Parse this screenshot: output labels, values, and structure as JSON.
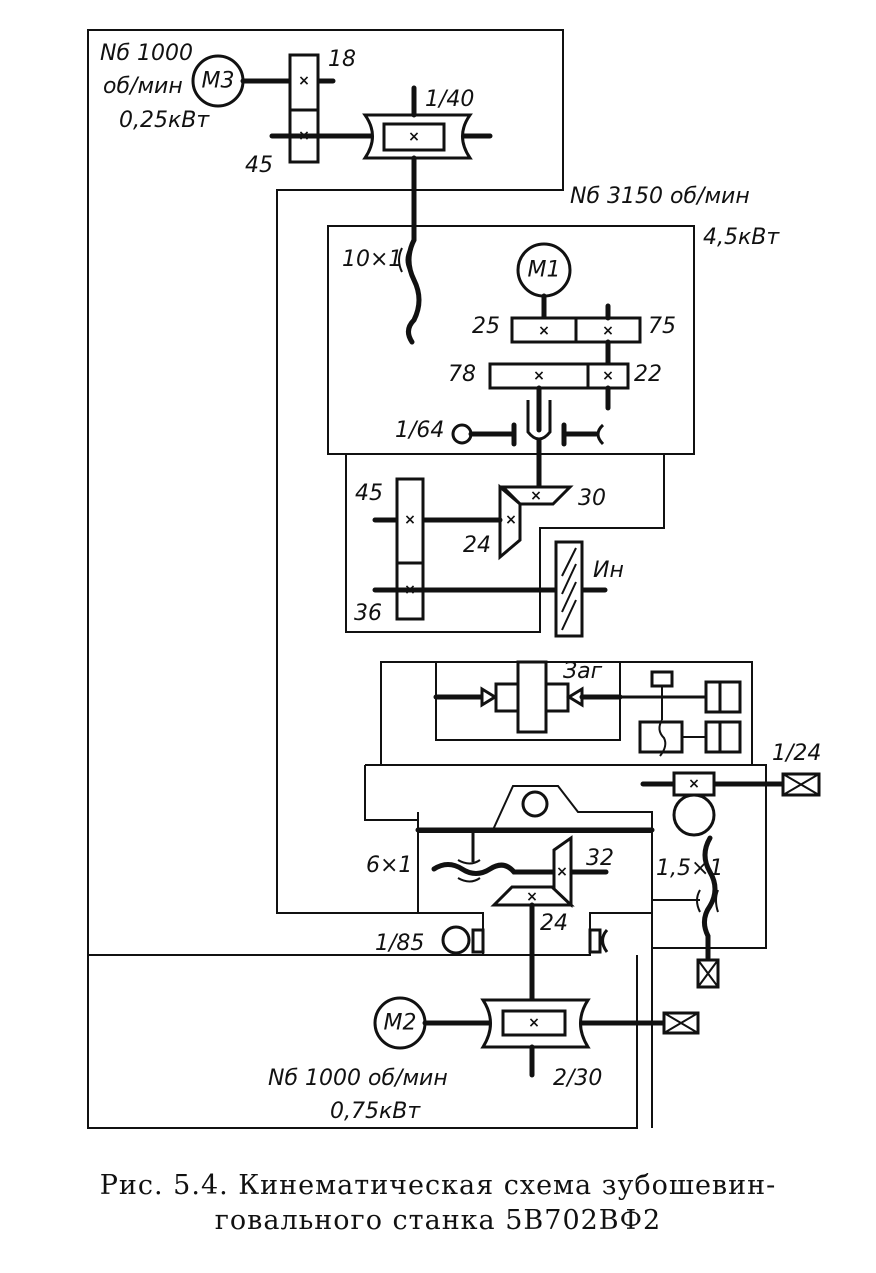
{
  "figure": {
    "caption_line1": "Рис. 5.4. Кинематическая схема зубошевин-",
    "caption_line2": "говального станка 5В702ВФ2"
  },
  "motors": {
    "m3": {
      "label": "М3",
      "speed_line1": "Nб 1000",
      "speed_line2": "об/мин",
      "power": "0,25кВт"
    },
    "m1": {
      "label": "М1",
      "speed": "Nб 3150 об/мин",
      "power": "4,5кВт"
    },
    "m2": {
      "label": "М2",
      "speed": "Nб 1000 об/мин",
      "power": "0,75кВт"
    }
  },
  "labels": {
    "gear_18": "18",
    "gear_45_top": "45",
    "worm_1_40": "1/40",
    "screw_10x1": "10×1",
    "gear_25": "25",
    "gear_75": "75",
    "gear_78": "78",
    "gear_22": "22",
    "clutch_1_64": "1/64",
    "gear_45_mid": "45",
    "bevel_30": "30",
    "bevel_24_mid": "24",
    "gear_36": "36",
    "tool_in": "Ин",
    "workpiece": "Заг",
    "worm_1_24": "1/24",
    "screw_6x1": "6×1",
    "bevel_32": "32",
    "screw_1_5x1": "1,5×1",
    "bevel_24_low": "24",
    "clutch_1_85": "1/85",
    "worm_2_30": "2/30"
  }
}
